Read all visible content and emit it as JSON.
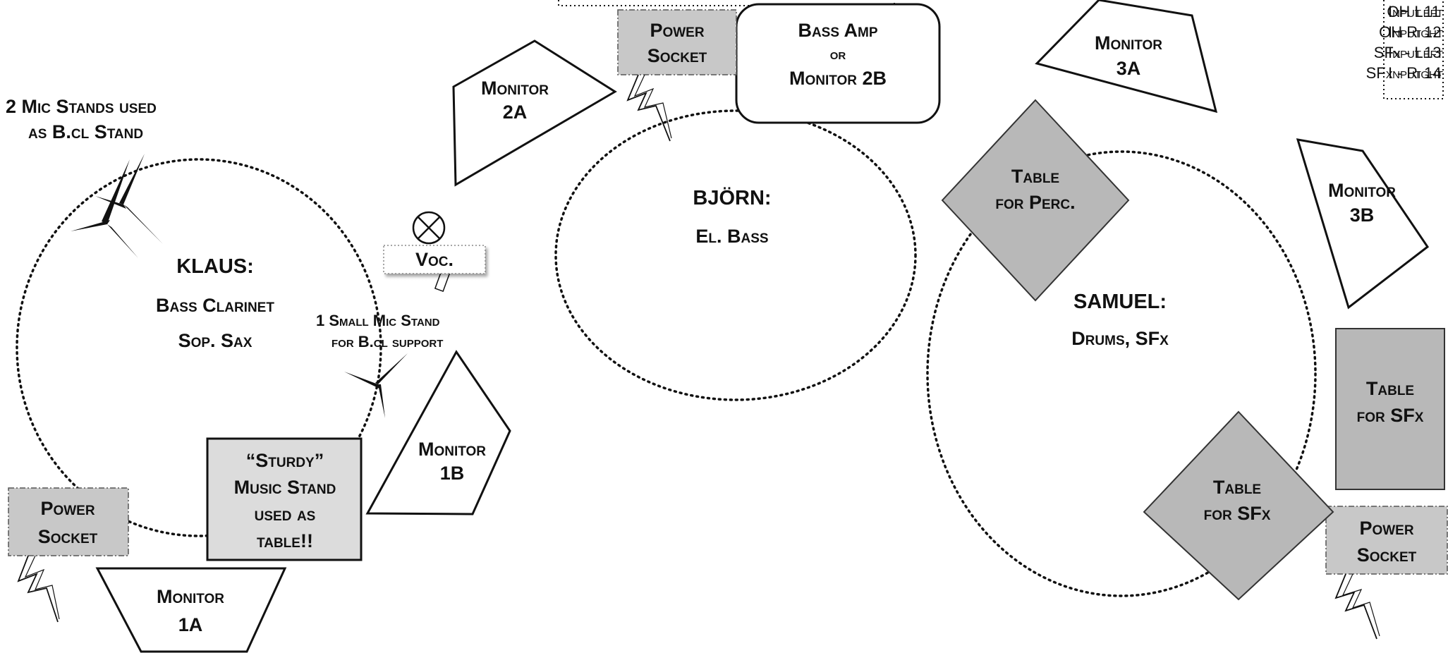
{
  "musicians": {
    "klaus": {
      "name": "KLAUS:",
      "instruments": [
        "Bass Clarinet",
        "Sop. Sax"
      ]
    },
    "bjorn": {
      "name": "BJÖRN:",
      "instruments": [
        "El. Bass"
      ]
    },
    "samuel": {
      "name": "SAMUEL:",
      "instruments": [
        "Drums, SFx"
      ]
    }
  },
  "monitors": {
    "m1a": [
      "Monitor",
      "1A"
    ],
    "m1b": [
      "Monitor",
      "1B"
    ],
    "m2a": [
      "Monitor",
      "2A"
    ],
    "m3a": [
      "Monitor",
      "3A"
    ],
    "m3b": [
      "Monitor",
      "3B"
    ]
  },
  "bass_amp": [
    "Bass Amp",
    "or",
    "Monitor 2B"
  ],
  "power_socket": [
    "Power",
    "Socket"
  ],
  "tables": {
    "perc": [
      "Table",
      "for Perc."
    ],
    "sfx": [
      "Table",
      "for SFx"
    ]
  },
  "music_stand": [
    "“Sturdy”",
    "Music Stand",
    "used as",
    "table!!"
  ],
  "notes": {
    "mic_stands": [
      "2 Mic Stands used",
      "as B.cl Stand"
    ],
    "small_mic_stand": [
      "1 Small Mic Stand",
      "for B.cl support"
    ]
  },
  "vocal_mic": "Voc.",
  "input_list": [
    {
      "label": "Input",
      "number": "11",
      "source": "OH Left"
    },
    {
      "label": "Input",
      "number": "12",
      "source": "OH Right"
    },
    {
      "label": "Input",
      "number": "13",
      "source": "SFx - Left"
    },
    {
      "label": "Input",
      "number": "14",
      "source": "SFx - Right"
    }
  ],
  "colors": {
    "socket_fill": "#c8c8c8",
    "table_fill": "#b8b8b8",
    "stand_fill": "#dcdcdc",
    "outline": "#111111"
  }
}
